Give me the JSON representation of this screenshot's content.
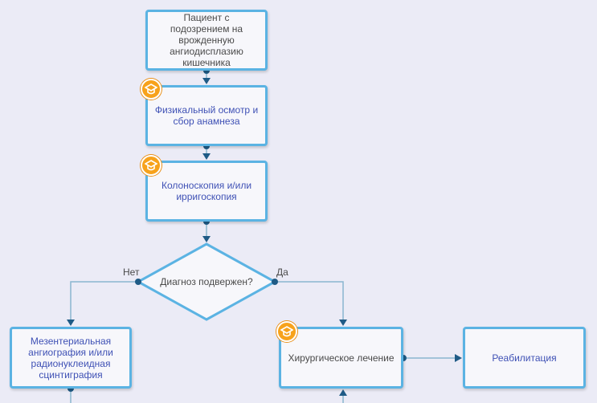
{
  "nodes": {
    "patient": "Пациент с подозрением на врожденную ангиодисплазию кишечника",
    "physical_exam": "Физикальный осмотр и сбор анамнеза",
    "colonoscopy": "Колоноскопия и/или ирригоскопия",
    "decision": "Диагноз подвержен?",
    "mesenteric": "Мезентериальная ангиография и/или радионуклеидная сцинтиграфия",
    "surgery": "Хирургическое лечение",
    "rehab": "Реабилитация"
  },
  "edge_labels": {
    "no": "Нет",
    "yes": "Да"
  },
  "colors": {
    "border": "#5bb3e3",
    "connector": "#8ab6cf",
    "dot": "#1f5b86",
    "badge": "#f7a21b",
    "link_text": "#3f51b5"
  },
  "icons": [
    "hat-badge-icon",
    "connector-dot",
    "arrow-head"
  ]
}
